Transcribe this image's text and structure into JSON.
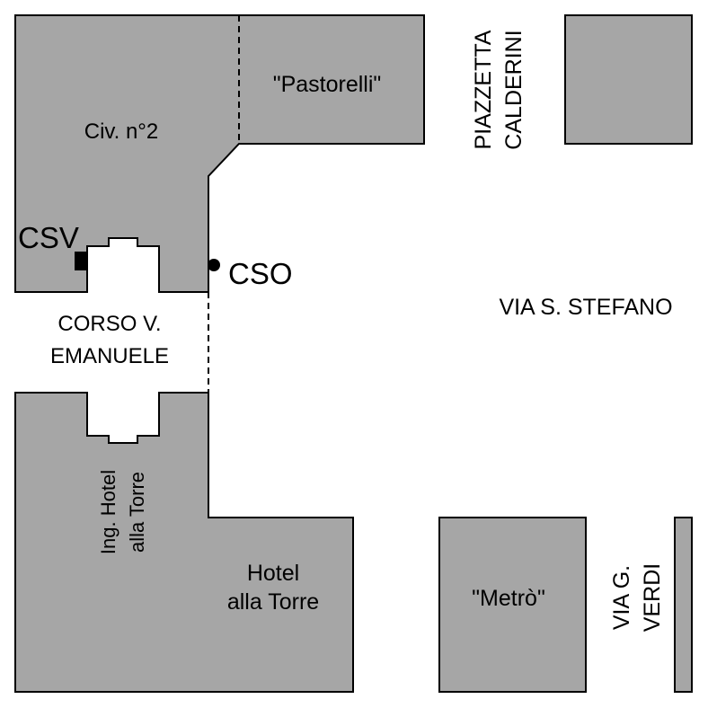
{
  "map": {
    "colors": {
      "building_fill": "#a6a6a6",
      "outline": "#000000",
      "background": "#ffffff"
    },
    "buildings": {
      "civ_n2": "Civ. n°2",
      "pastorelli": "\"Pastorelli\"",
      "hotel_alla_torre": [
        "Hotel",
        "alla Torre"
      ],
      "metro": "\"Metrò\""
    },
    "entrance_label": [
      "Ing. Hotel",
      "alla Torre"
    ],
    "streets": {
      "corso": [
        "CORSO V.",
        "EMANUELE"
      ],
      "piazzetta": [
        "PIAZZETTA",
        "CALDERINI"
      ],
      "via_stefano": "VIA S. STEFANO",
      "via_verdi": [
        "VIA G.",
        "VERDI"
      ]
    },
    "markers": {
      "csv": "CSV",
      "cso": "CSO"
    }
  }
}
